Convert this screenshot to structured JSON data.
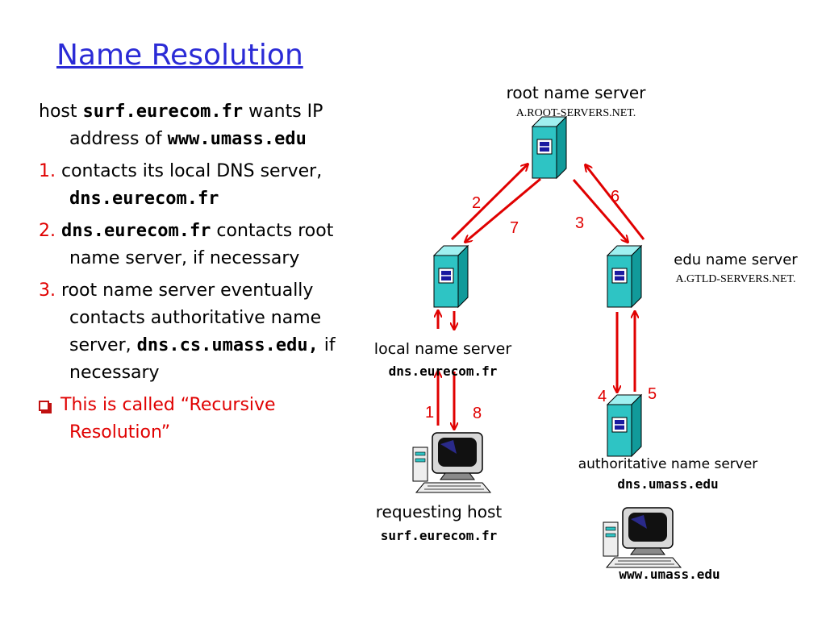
{
  "title": "Name Resolution",
  "bullets": {
    "p1": {
      "pre": "host ",
      "host": "surf.eurecom.fr",
      "mid": " wants IP address of ",
      "target": "www.umass.edu"
    },
    "p2": {
      "num": "1.",
      "pre": " contacts its local DNS server, ",
      "server": "dns.eurecom.fr"
    },
    "p3": {
      "num": "2.",
      "server": "dns.eurecom.fr",
      "post": " contacts root name server, if necessary"
    },
    "p4": {
      "num": "3.",
      "pre": " root name server eventually contacts authoritative name server, ",
      "server": "dns.cs.umass.edu,",
      "post": " if necessary"
    },
    "p5": {
      "text": "This is called “Recursive Resolution”"
    }
  },
  "diagram": {
    "root": {
      "label": "root name server",
      "name": "A.ROOT-SERVERS.NET."
    },
    "edu": {
      "label": "edu name server",
      "name": "A.GTLD-SERVERS.NET."
    },
    "local": {
      "label": "local name server",
      "name": "dns.eurecom.fr"
    },
    "auth": {
      "label": "authoritative name server",
      "name": "dns.umass.edu"
    },
    "requesting": {
      "label": "requesting host",
      "name": "surf.eurecom.fr"
    },
    "target": {
      "name": "www.umass.edu"
    },
    "steps": [
      "1",
      "2",
      "3",
      "4",
      "5",
      "6",
      "7",
      "8"
    ]
  },
  "colors": {
    "title": "#2b2bd6",
    "arrow": "#e00000",
    "server": "#2ec4c4"
  },
  "icons": [
    "server-icon",
    "computer-icon",
    "checkbox-bullet-icon"
  ]
}
